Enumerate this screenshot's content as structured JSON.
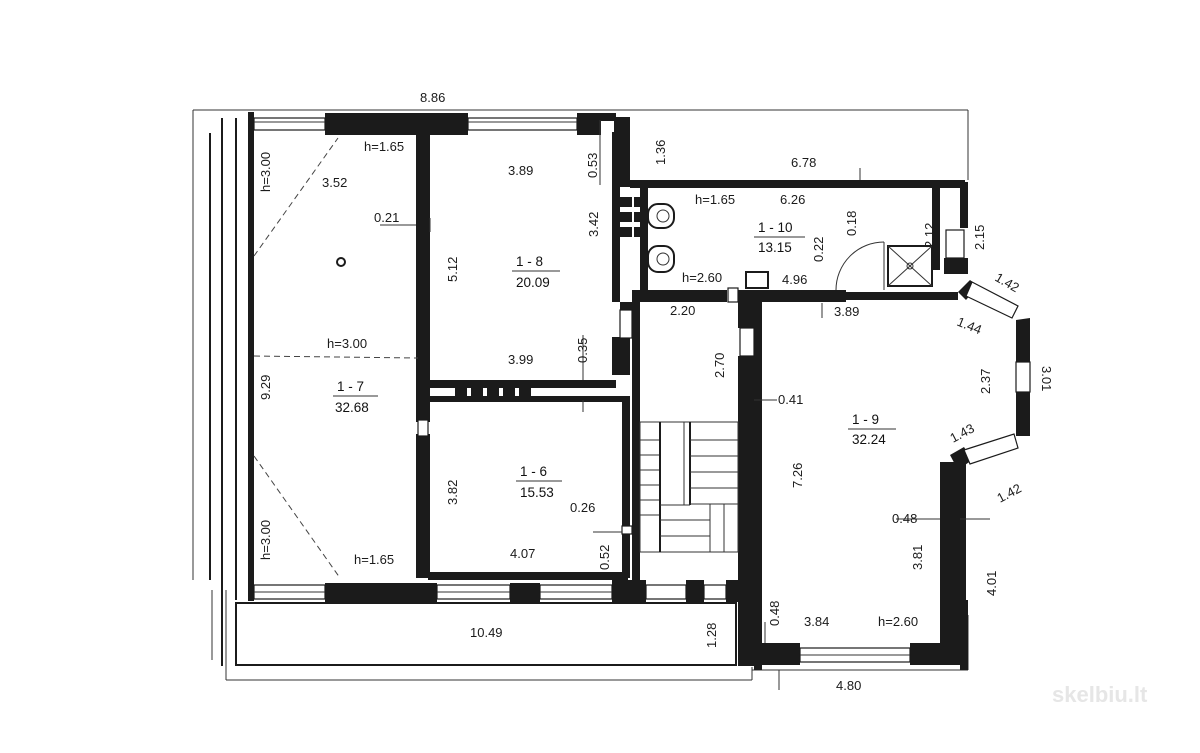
{
  "rooms": [
    {
      "id": "1 - 7",
      "area": "32.68"
    },
    {
      "id": "1 - 8",
      "area": "20.09"
    },
    {
      "id": "1 - 10",
      "area": "13.15"
    },
    {
      "id": "1 - 6",
      "area": "15.53"
    },
    {
      "id": "1 - 9",
      "area": "32.24"
    }
  ],
  "dims": {
    "top_total": "8.86",
    "corridor_w": "6.78",
    "corridor_h": "1.36",
    "bath_w": "6.26",
    "bath_h": "2.12",
    "bath_in": "4.96",
    "bath_off": "0.18",
    "door_off": "0.22",
    "east_h": "2.15",
    "r7_diag": "3.52",
    "r7_h": "9.29",
    "r8_top": "3.89",
    "r8_bot": "3.99",
    "r8_h": "5.12",
    "r8_right": "3.42",
    "r8_gap_top": "0.53",
    "r8_gap_bot": "0.35",
    "wall_gap": "0.21",
    "stair_w": "2.20",
    "stair_h": "2.70",
    "r9_top": "3.89",
    "r9_gap": "0.41",
    "r9_h": "7.26",
    "r9_gap2": "0.48",
    "r9_low": "3.81",
    "r9_bot": "3.84",
    "r9_gap3": "0.48",
    "bay_top": "1.42",
    "bay_diag1": "1.44",
    "bay_mid": "2.37",
    "bay_total": "3.01",
    "bay_diag2": "1.43",
    "bay_bot": "1.42",
    "east_low": "4.01",
    "bottom_right": "4.80",
    "r6_h": "3.82",
    "r6_gap": "0.26",
    "r6_bot": "4.07",
    "r6_gap2": "0.52",
    "bottom_total": "10.49",
    "bottom_depth": "1.28"
  },
  "heights": {
    "r7_top": "h=1.65",
    "r7_side_top": "h=3.00",
    "r7_mid": "h=3.00",
    "r7_side_bot": "h=3.00",
    "r7_bot": "h=1.65",
    "bath": "h=1.65",
    "bath_low": "h=2.60",
    "r9": "h=2.60"
  },
  "watermark": "skelbiu.lt"
}
